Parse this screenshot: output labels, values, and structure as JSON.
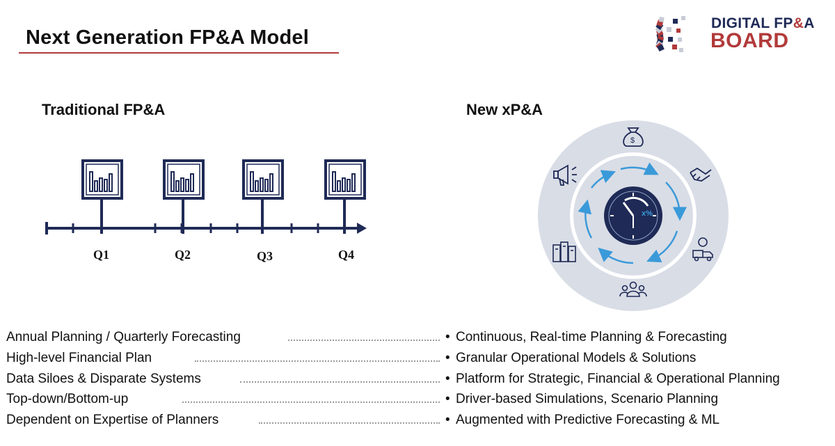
{
  "header": {
    "title": "Next Generation FP&A Model"
  },
  "logo": {
    "line1_a": "DIGITAL FP",
    "line1_amp": "&",
    "line1_b": "A",
    "line2": "BOARD"
  },
  "left_section": {
    "title": "Traditional FP&A",
    "quarters": [
      "Q1",
      "Q2",
      "Q3",
      "Q4"
    ]
  },
  "right_section": {
    "title": "New xP&A",
    "center_badge": "x%",
    "icons": [
      "money-bag-icon",
      "handshake-icon",
      "supply-chain-icon",
      "people-icon",
      "servers-icon",
      "megaphone-icon",
      "clock-icon"
    ]
  },
  "comparison": {
    "rows": [
      {
        "left": "Annual Planning / Quarterly Forecasting",
        "right": "Continuous, Real-time Planning & Forecasting"
      },
      {
        "left": "High-level Financial Plan",
        "right": "Granular Operational Models & Solutions"
      },
      {
        "left": "Data Siloes & Disparate Systems",
        "right": "Platform for Strategic, Financial & Operational Planning"
      },
      {
        "left": "Top-down/Bottom-up",
        "right": "Driver-based Simulations, Scenario Planning"
      },
      {
        "left": "Dependent on Expertise of Planners",
        "right": "Augmented with Predictive Forecasting & ML"
      }
    ],
    "bullet": "•"
  },
  "colors": {
    "navy": "#1f2a56",
    "accent_red": "#b23a3a",
    "ring_gray": "#d9dde6",
    "arrow_blue": "#3a9ad9"
  }
}
